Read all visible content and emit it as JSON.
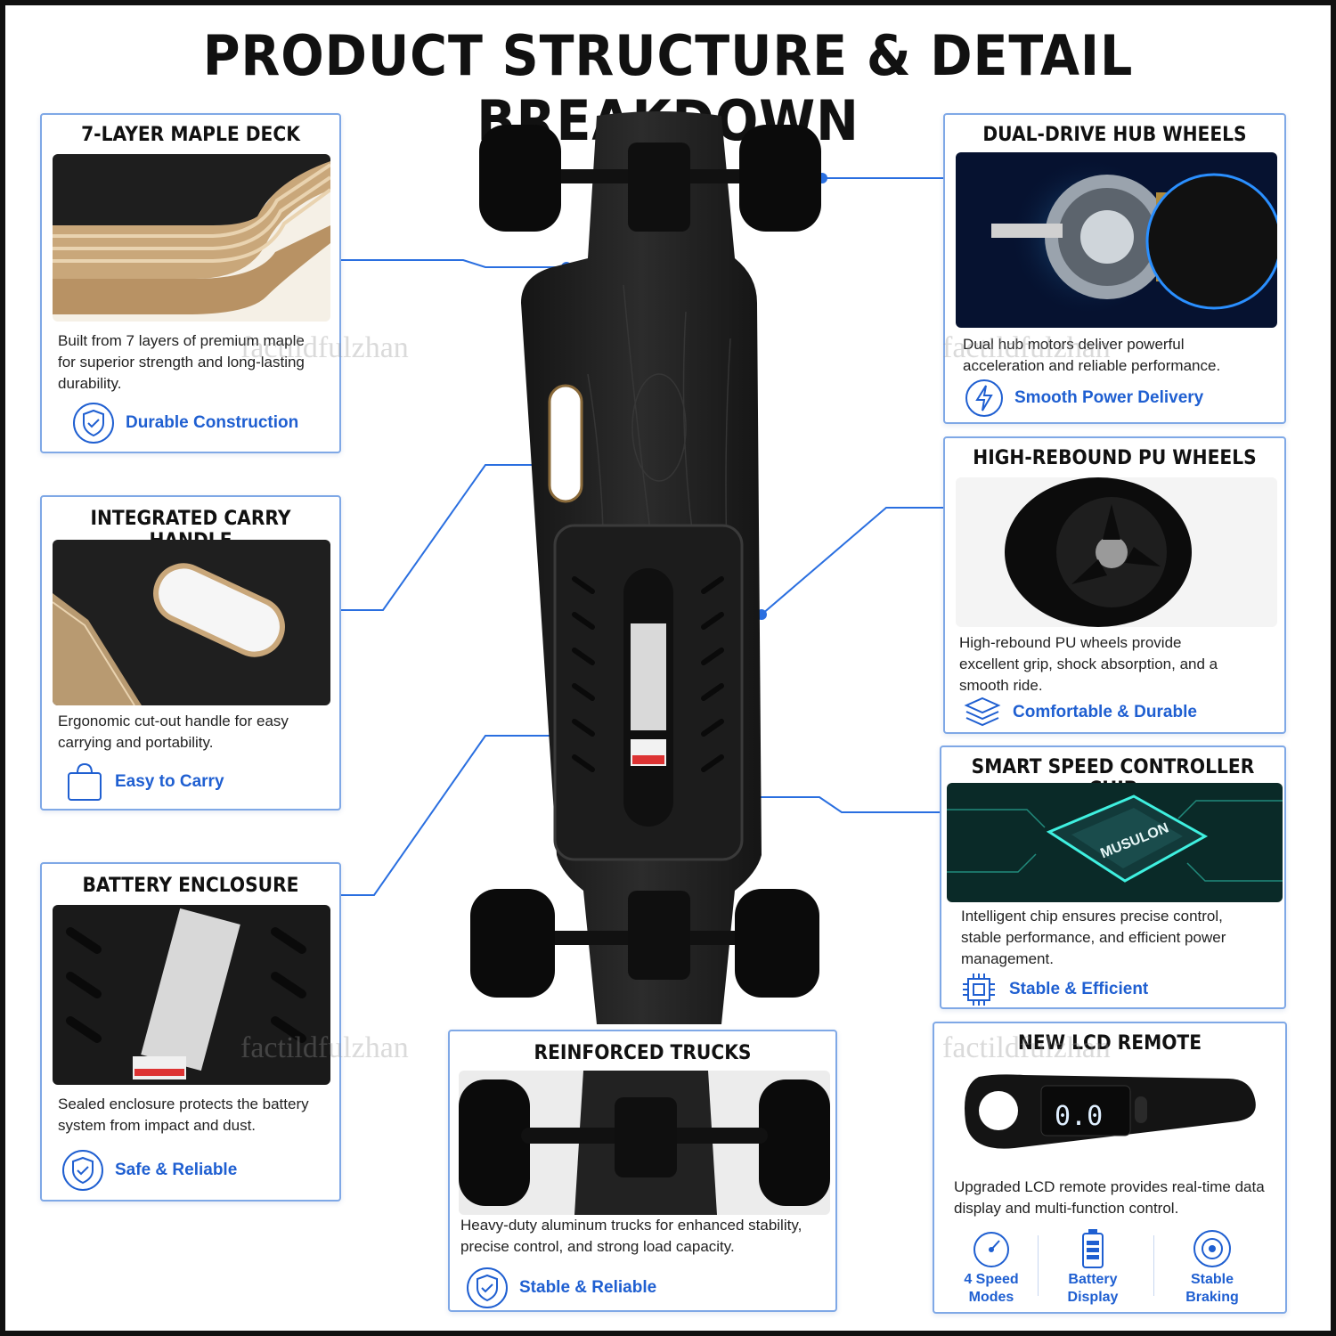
{
  "title": "PRODUCT STRUCTURE & DETAIL BREAKDOWN",
  "watermark": "factildfulzhan",
  "colors": {
    "accent": "#1f5fd1",
    "border": "#7fa8e6",
    "board": "#1b1b1b"
  },
  "cards": {
    "deck": {
      "title": "7-LAYER MAPLE DECK",
      "desc": "Built from 7 layers of premium maple for superior strength and long-lasting durability.",
      "feature": "Durable Construction",
      "icon": "shield-check-icon"
    },
    "handle": {
      "title": "INTEGRATED CARRY HANDLE",
      "desc": "Ergonomic cut-out handle for easy carrying and portability.",
      "feature": "Easy to Carry",
      "icon": "shopping-bag-icon"
    },
    "battery": {
      "title": "BATTERY ENCLOSURE",
      "desc": "Sealed enclosure protects the battery system from impact and dust.",
      "feature": "Safe & Reliable",
      "icon": "shield-check-icon"
    },
    "trucks": {
      "title": "REINFORCED TRUCKS",
      "desc": "Heavy-duty aluminum trucks for enhanced stability, precise control, and strong load capacity.",
      "feature": "Stable & Reliable",
      "icon": "shield-check-icon"
    },
    "hub": {
      "title": "DUAL-DRIVE HUB WHEELS",
      "desc": "Dual hub motors deliver powerful acceleration and reliable performance.",
      "feature": "Smooth Power Delivery",
      "icon": "lightning-icon"
    },
    "pu": {
      "title": "HIGH-REBOUND PU WHEELS",
      "desc": "High-rebound PU wheels provide excellent grip, shock absorption, and a smooth ride.",
      "feature": "Comfortable & Durable",
      "icon": "layers-icon"
    },
    "chip": {
      "title": "SMART SPEED CONTROLLER CHIP",
      "desc": "Intelligent chip ensures precise control, stable performance, and efficient power management.",
      "feature": "Stable & Efficient",
      "icon": "chip-icon",
      "chip_label": "MUSULON"
    },
    "remote": {
      "title": "NEW LCD REMOTE",
      "desc": "Upgraded LCD remote provides real-time data display and multi-function control.",
      "lcd_readout": "0.0",
      "features": [
        {
          "label": "4 Speed\nModes",
          "line1": "4 Speed",
          "line2": "Modes",
          "icon": "speedometer-icon"
        },
        {
          "label": "Battery Display",
          "line1": "Battery",
          "line2": "Display",
          "icon": "battery-icon"
        },
        {
          "label": "Stable Braking",
          "line1": "Stable",
          "line2": "Braking",
          "icon": "brake-disc-icon"
        }
      ]
    }
  }
}
